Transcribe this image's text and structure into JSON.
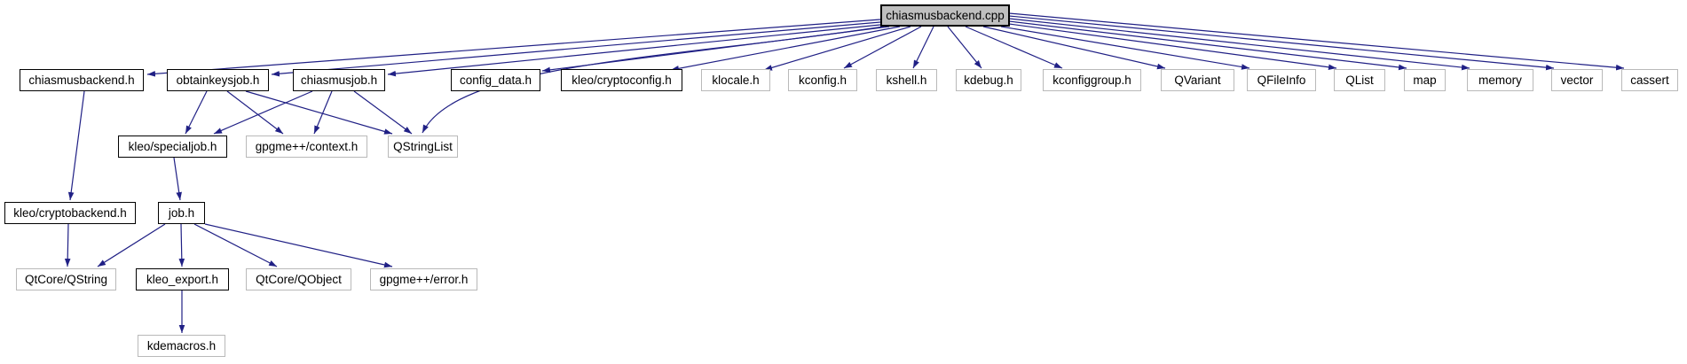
{
  "diagram": {
    "type": "include-dependency-graph",
    "root": "chiasmusbackend.cpp",
    "colors": {
      "edge": "#202085",
      "root_fill": "#bfbfbf",
      "internal_border": "#000000",
      "external_border": "#b9b9b9",
      "node_fill": "#ffffff"
    }
  },
  "nodes": [
    {
      "label": "chiasmusbackend.cpp",
      "kind": "root"
    },
    {
      "label": "chiasmusbackend.h",
      "kind": "internal"
    },
    {
      "label": "obtainkeysjob.h",
      "kind": "internal"
    },
    {
      "label": "chiasmusjob.h",
      "kind": "internal"
    },
    {
      "label": "config_data.h",
      "kind": "internal"
    },
    {
      "label": "kleo/cryptoconfig.h",
      "kind": "internal"
    },
    {
      "label": "klocale.h",
      "kind": "external"
    },
    {
      "label": "kconfig.h",
      "kind": "external"
    },
    {
      "label": "kshell.h",
      "kind": "external"
    },
    {
      "label": "kdebug.h",
      "kind": "external"
    },
    {
      "label": "kconfiggroup.h",
      "kind": "external"
    },
    {
      "label": "QVariant",
      "kind": "external"
    },
    {
      "label": "QFileInfo",
      "kind": "external"
    },
    {
      "label": "QList",
      "kind": "external"
    },
    {
      "label": "map",
      "kind": "external"
    },
    {
      "label": "memory",
      "kind": "external"
    },
    {
      "label": "vector",
      "kind": "external"
    },
    {
      "label": "cassert",
      "kind": "external"
    },
    {
      "label": "kleo/specialjob.h",
      "kind": "internal"
    },
    {
      "label": "gpgme++/context.h",
      "kind": "external"
    },
    {
      "label": "QStringList",
      "kind": "external"
    },
    {
      "label": "kleo/cryptobackend.h",
      "kind": "internal"
    },
    {
      "label": "job.h",
      "kind": "internal"
    },
    {
      "label": "QtCore/QString",
      "kind": "external"
    },
    {
      "label": "kleo_export.h",
      "kind": "internal"
    },
    {
      "label": "QtCore/QObject",
      "kind": "external"
    },
    {
      "label": "gpgme++/error.h",
      "kind": "external"
    },
    {
      "label": "kdemacros.h",
      "kind": "external"
    }
  ],
  "edges": [
    {
      "from": "chiasmusbackend.cpp",
      "to": "chiasmusbackend.h"
    },
    {
      "from": "chiasmusbackend.cpp",
      "to": "obtainkeysjob.h"
    },
    {
      "from": "chiasmusbackend.cpp",
      "to": "chiasmusjob.h"
    },
    {
      "from": "chiasmusbackend.cpp",
      "to": "QStringList"
    },
    {
      "from": "chiasmusbackend.cpp",
      "to": "config_data.h"
    },
    {
      "from": "chiasmusbackend.cpp",
      "to": "kleo/cryptoconfig.h"
    },
    {
      "from": "chiasmusbackend.cpp",
      "to": "klocale.h"
    },
    {
      "from": "chiasmusbackend.cpp",
      "to": "kconfig.h"
    },
    {
      "from": "chiasmusbackend.cpp",
      "to": "kshell.h"
    },
    {
      "from": "chiasmusbackend.cpp",
      "to": "kdebug.h"
    },
    {
      "from": "chiasmusbackend.cpp",
      "to": "kconfiggroup.h"
    },
    {
      "from": "chiasmusbackend.cpp",
      "to": "QVariant"
    },
    {
      "from": "chiasmusbackend.cpp",
      "to": "QFileInfo"
    },
    {
      "from": "chiasmusbackend.cpp",
      "to": "QList"
    },
    {
      "from": "chiasmusbackend.cpp",
      "to": "map"
    },
    {
      "from": "chiasmusbackend.cpp",
      "to": "memory"
    },
    {
      "from": "chiasmusbackend.cpp",
      "to": "vector"
    },
    {
      "from": "chiasmusbackend.cpp",
      "to": "cassert"
    },
    {
      "from": "chiasmusbackend.h",
      "to": "kleo/cryptobackend.h"
    },
    {
      "from": "obtainkeysjob.h",
      "to": "kleo/specialjob.h"
    },
    {
      "from": "obtainkeysjob.h",
      "to": "gpgme++/context.h"
    },
    {
      "from": "obtainkeysjob.h",
      "to": "QStringList"
    },
    {
      "from": "chiasmusjob.h",
      "to": "kleo/specialjob.h"
    },
    {
      "from": "chiasmusjob.h",
      "to": "gpgme++/context.h"
    },
    {
      "from": "chiasmusjob.h",
      "to": "QStringList"
    },
    {
      "from": "kleo/specialjob.h",
      "to": "job.h"
    },
    {
      "from": "kleo/cryptobackend.h",
      "to": "QtCore/QString"
    },
    {
      "from": "job.h",
      "to": "QtCore/QString"
    },
    {
      "from": "job.h",
      "to": "kleo_export.h"
    },
    {
      "from": "job.h",
      "to": "QtCore/QObject"
    },
    {
      "from": "job.h",
      "to": "gpgme++/error.h"
    },
    {
      "from": "kleo_export.h",
      "to": "kdemacros.h"
    }
  ]
}
